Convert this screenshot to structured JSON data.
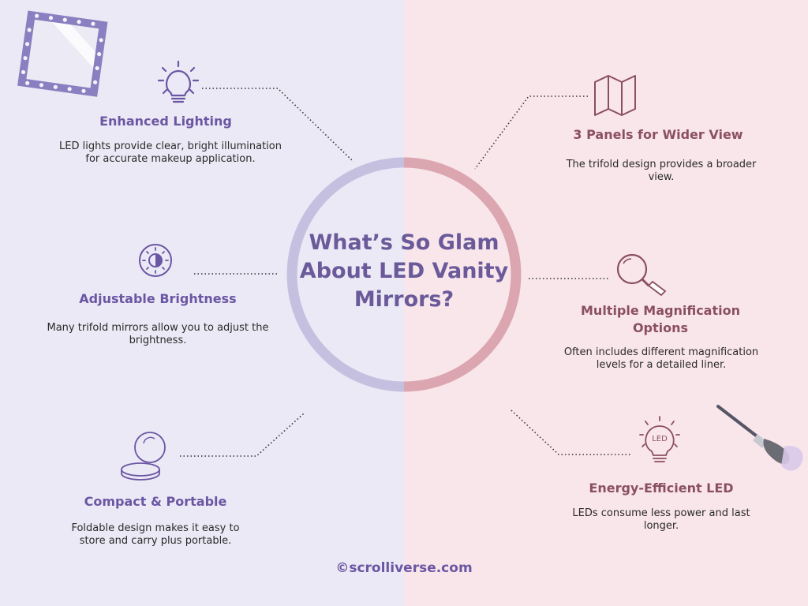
{
  "title": "What’s So Glam About LED Vanity Mirrors?",
  "features": {
    "enhanced_lighting": {
      "heading": "Enhanced Lighting",
      "desc": "LED lights provide clear, bright illumination for accurate makeup application.",
      "icon": "lightbulb-icon"
    },
    "adjustable_brightness": {
      "heading": "Adjustable Brightness",
      "desc": "Many trifold mirrors allow you to adjust the brightness.",
      "icon": "brightness-icon"
    },
    "compact_portable": {
      "heading": "Compact & Portable",
      "desc": "Foldable design makes it easy to store and carry plus portable.",
      "icon": "compact-mirror-icon"
    },
    "three_panels": {
      "heading": "3 Panels for Wider View",
      "desc": "The trifold design provides a broader view.",
      "icon": "trifold-map-icon"
    },
    "magnification": {
      "heading": "Multiple Magnification Options",
      "desc": "Often includes different magnification levels for a detailed liner.",
      "icon": "magnifier-icon"
    },
    "energy_efficient": {
      "heading": "Energy-Efficient LED",
      "desc": "LEDs consume less power and last longer.",
      "icon": "led-bulb-icon",
      "icon_label": "LED"
    }
  },
  "footer": "©scrolliverse.com",
  "colors": {
    "left_bg": "#ebe9f5",
    "right_bg": "#f9e6ea",
    "left_accent": "#6b56a3",
    "right_accent": "#8a4f60",
    "ring_left": "#c5c0e0",
    "ring_right": "#dba6b0"
  }
}
